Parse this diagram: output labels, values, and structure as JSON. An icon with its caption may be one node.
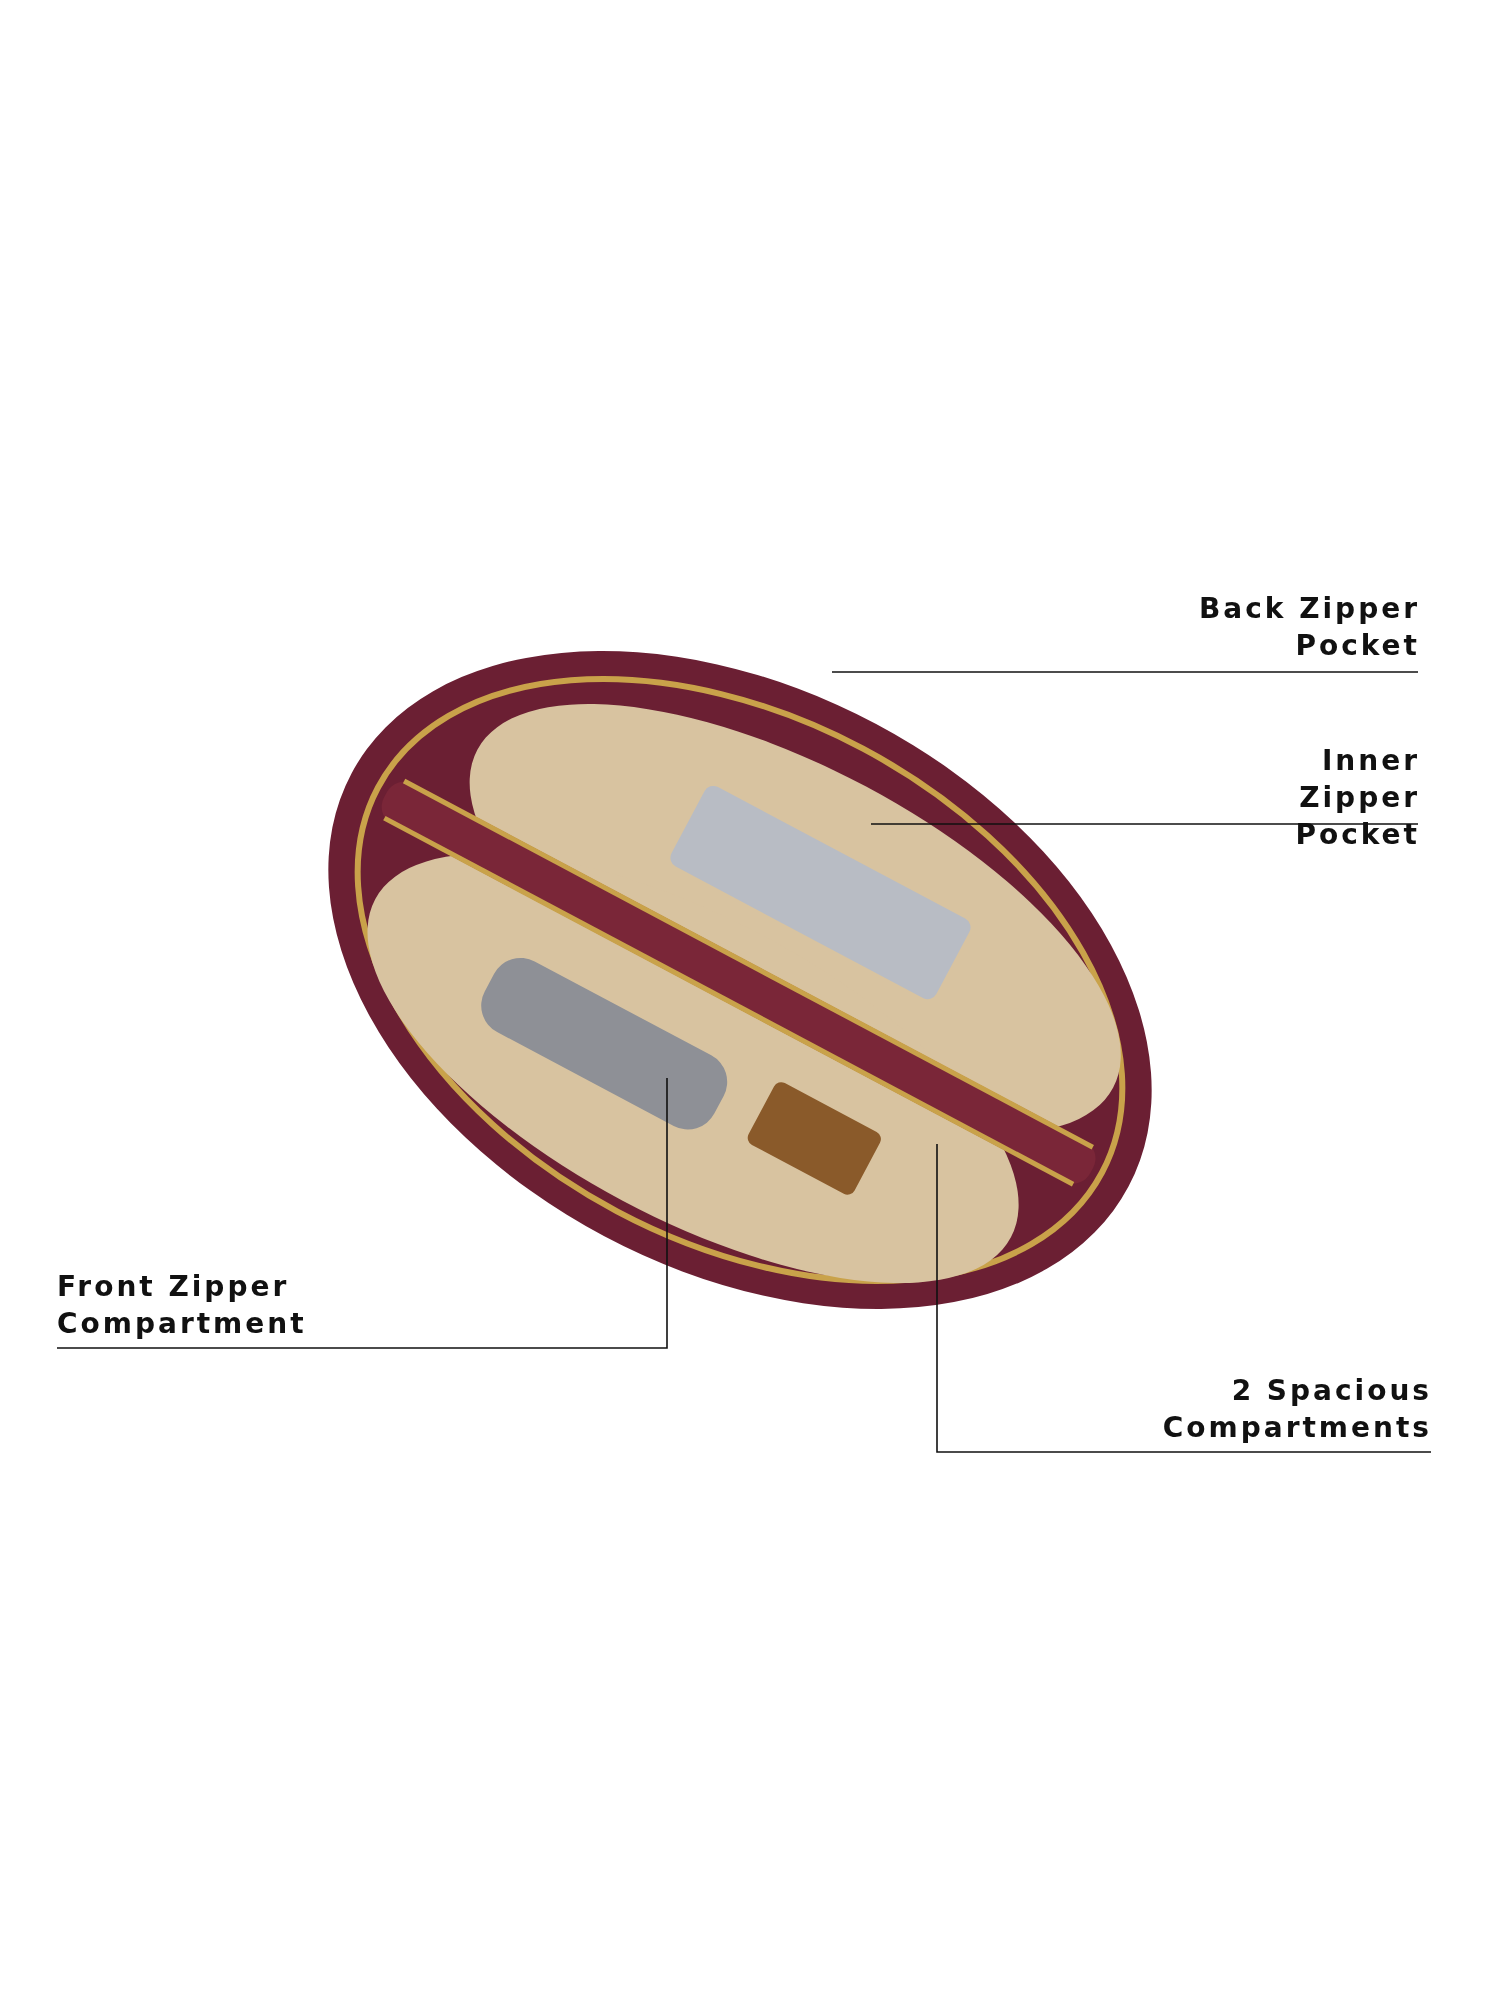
{
  "diagram": {
    "nodes": [
      {
        "text": [
          "Back Zipper Pocket"
        ]
      },
      {
        "text": [
          "Inner Zipper Pocket"
        ]
      },
      {
        "text": [
          "Front Zipper Compartment"
        ]
      },
      {
        "text": [
          "2 Spacious Compartments"
        ]
      }
    ],
    "edges": [
      {
        "from": 0,
        "to": null,
        "arrow": "none"
      },
      {
        "from": 1,
        "to": null,
        "arrow": "none"
      },
      {
        "from": 2,
        "to": null,
        "arrow": "none"
      },
      {
        "from": 3,
        "to": null,
        "arrow": "none"
      }
    ]
  }
}
